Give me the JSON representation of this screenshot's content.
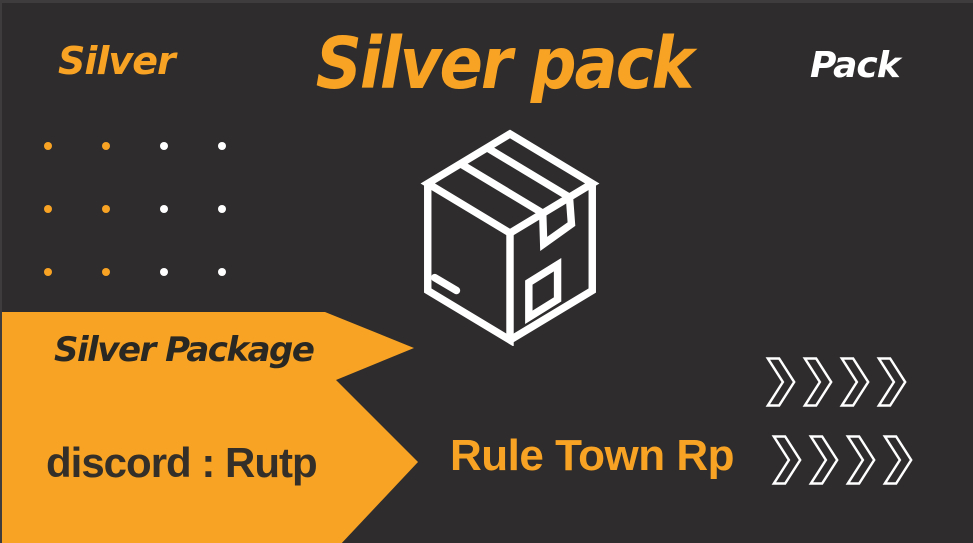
{
  "header": {
    "title_left": "Silver",
    "title_center": "Silver pack",
    "title_right": "Pack"
  },
  "ribbon": {
    "heading": "Silver Package",
    "discord_line": "discord : Rutp"
  },
  "footer": {
    "server_name": "Rule Town Rp"
  },
  "icons": {
    "package": "package-box-icon",
    "chevron": "chevron-right-icon",
    "dot": "dot-decoration"
  },
  "decor": {
    "dot_grid": {
      "rows": 3,
      "cols": 4,
      "orange_columns": 2,
      "white_columns": 2
    },
    "chevron_rows": 2,
    "chevrons_per_row": 4
  },
  "colors": {
    "bg": "#2e2c2c",
    "orange": "#f8a324",
    "white": "#ffffff",
    "dark": "#2a2823",
    "dark2": "#343029",
    "edge": "#3e3c3c"
  }
}
